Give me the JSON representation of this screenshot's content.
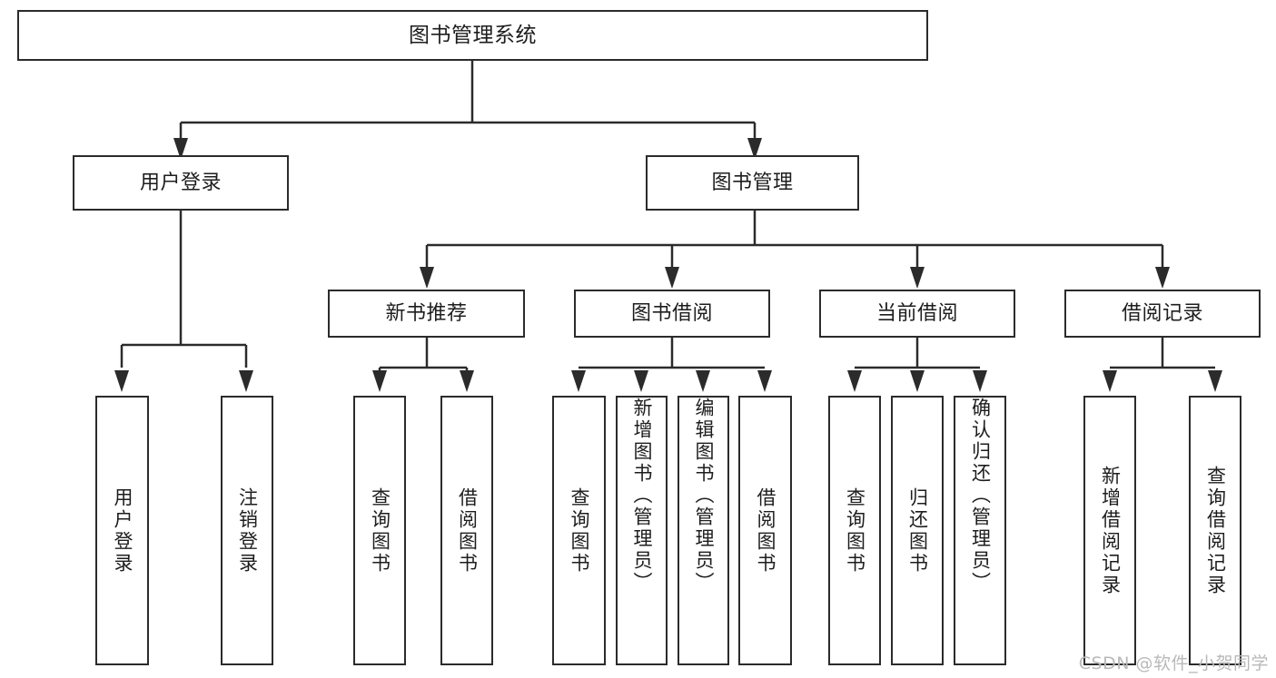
{
  "diagram": {
    "title": "图书管理系统",
    "type": "tree-hierarchy",
    "watermark": "CSDN @软件_小贺同学",
    "root": {
      "label": "图书管理系统"
    },
    "level2": [
      {
        "label": "用户登录"
      },
      {
        "label": "图书管理"
      }
    ],
    "level3": [
      {
        "label": "新书推荐"
      },
      {
        "label": "图书借阅"
      },
      {
        "label": "当前借阅"
      },
      {
        "label": "借阅记录"
      }
    ],
    "leaves": {
      "user_login": [
        {
          "label": "用户登录"
        },
        {
          "label": "注销登录"
        }
      ],
      "new_book_recommend": [
        {
          "label": "查询图书"
        },
        {
          "label": "借阅图书"
        }
      ],
      "book_borrow": [
        {
          "label": "查询图书"
        },
        {
          "label": "新增图书（管理员）"
        },
        {
          "label": "编辑图书（管理员）"
        },
        {
          "label": "借阅图书"
        }
      ],
      "current_borrow": [
        {
          "label": "查询图书"
        },
        {
          "label": "归还图书"
        },
        {
          "label": "确认归还（管理员）"
        }
      ],
      "borrow_record": [
        {
          "label": "新增借阅记录"
        },
        {
          "label": "查询借阅记录"
        }
      ]
    },
    "colors": {
      "stroke": "#2b2b2b",
      "text": "#1d1d1d",
      "background": "#ffffff",
      "watermark": "#b9b9b9"
    }
  }
}
